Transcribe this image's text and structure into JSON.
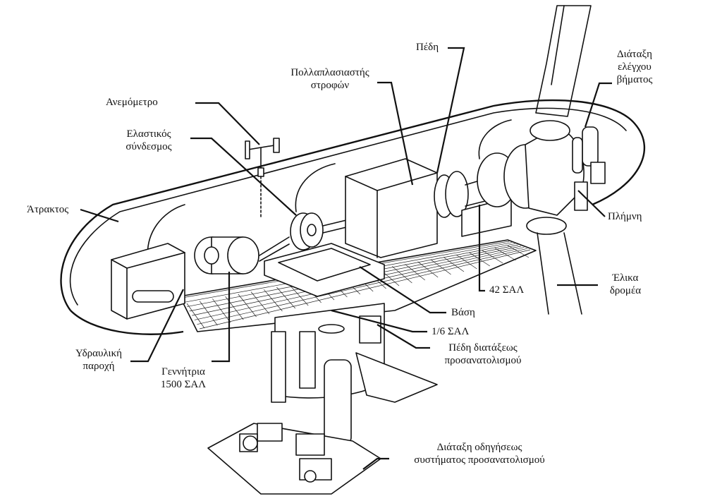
{
  "labels": {
    "anemometer": "Ανεμόμετρο",
    "elastic_coupling_1": "Ελαστικός",
    "elastic_coupling_2": "σύνδεσμος",
    "nacelle": "Άτρακτος",
    "gearbox_1": "Πολλαπλασιαστής",
    "gearbox_2": "στροφών",
    "brake": "Πέδη",
    "pitch_control_1": "Διάταξη",
    "pitch_control_2": "ελέγχου",
    "pitch_control_3": "βήματος",
    "hub": "Πλήμνη",
    "rotor_blade_1": "Έλικα",
    "rotor_blade_2": "δρομέα",
    "rpm_42": "42 ΣΑΛ",
    "base": "Βάση",
    "ratio": "1/6 ΣΑΛ",
    "yaw_brake_1": "Πέδη διατάξεως",
    "yaw_brake_2": "προσανατολισμού",
    "hydraulic_1": "Υδραυλική",
    "hydraulic_2": "παροχή",
    "generator_1": "Γεννήτρια",
    "generator_2": "1500 ΣΑΛ",
    "yaw_drive_1": "Διάταξη οδηγήσεως",
    "yaw_drive_2": "συστήματος προσανατολισμού"
  }
}
